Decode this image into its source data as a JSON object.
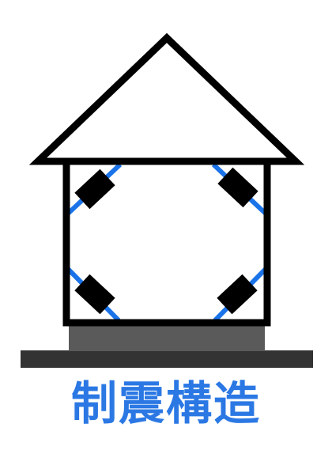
{
  "caption": "制震構造",
  "colors": {
    "outline": "#000000",
    "roof_fill": "#ffffff",
    "foundation": "#5a5a5a",
    "ground": "#333333",
    "brace": "#1a73e8",
    "damper": "#000000",
    "caption": "#2b78e4"
  },
  "icons": {
    "roof": "triangle-roof",
    "damper": "rotated-rectangle"
  }
}
